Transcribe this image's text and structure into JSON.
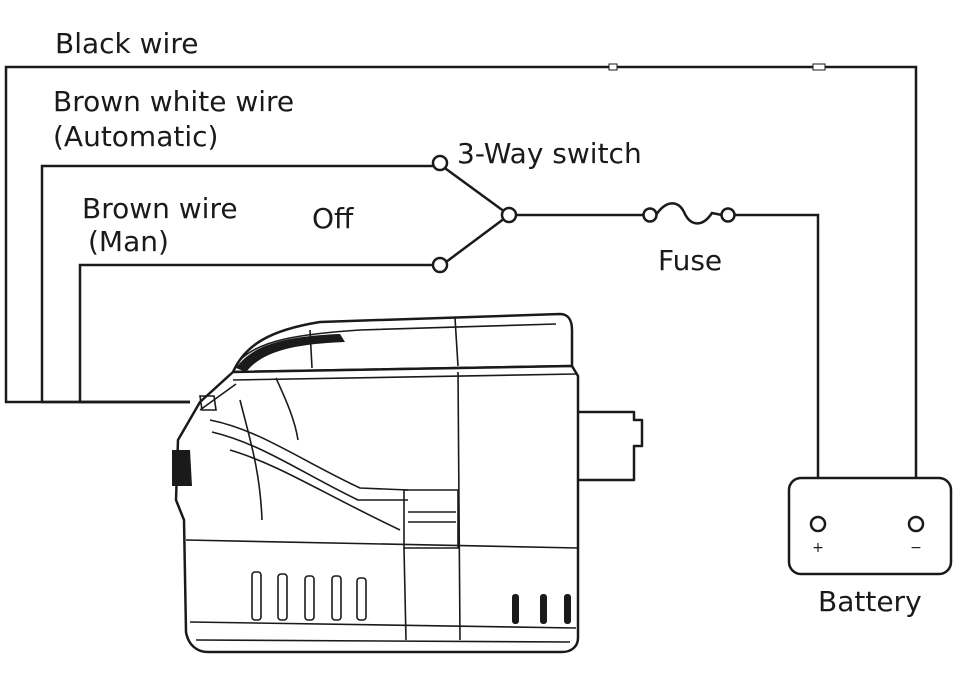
{
  "labels": {
    "black_wire": "Black wire",
    "brown_white_wire": "Brown white wire",
    "automatic": "(Automatic)",
    "three_way_switch": "3-Way switch",
    "brown_wire": "Brown wire",
    "man": "(Man)",
    "off": "Off",
    "fuse": "Fuse",
    "battery": "Battery",
    "positive": "+",
    "negative": "−"
  },
  "colors": {
    "line": "#1a1a1a",
    "background": "#ffffff"
  },
  "icons": {
    "pump": "bilge-pump-icon",
    "battery": "battery-icon",
    "fuse": "fuse-icon",
    "switch": "three-way-switch-icon"
  }
}
